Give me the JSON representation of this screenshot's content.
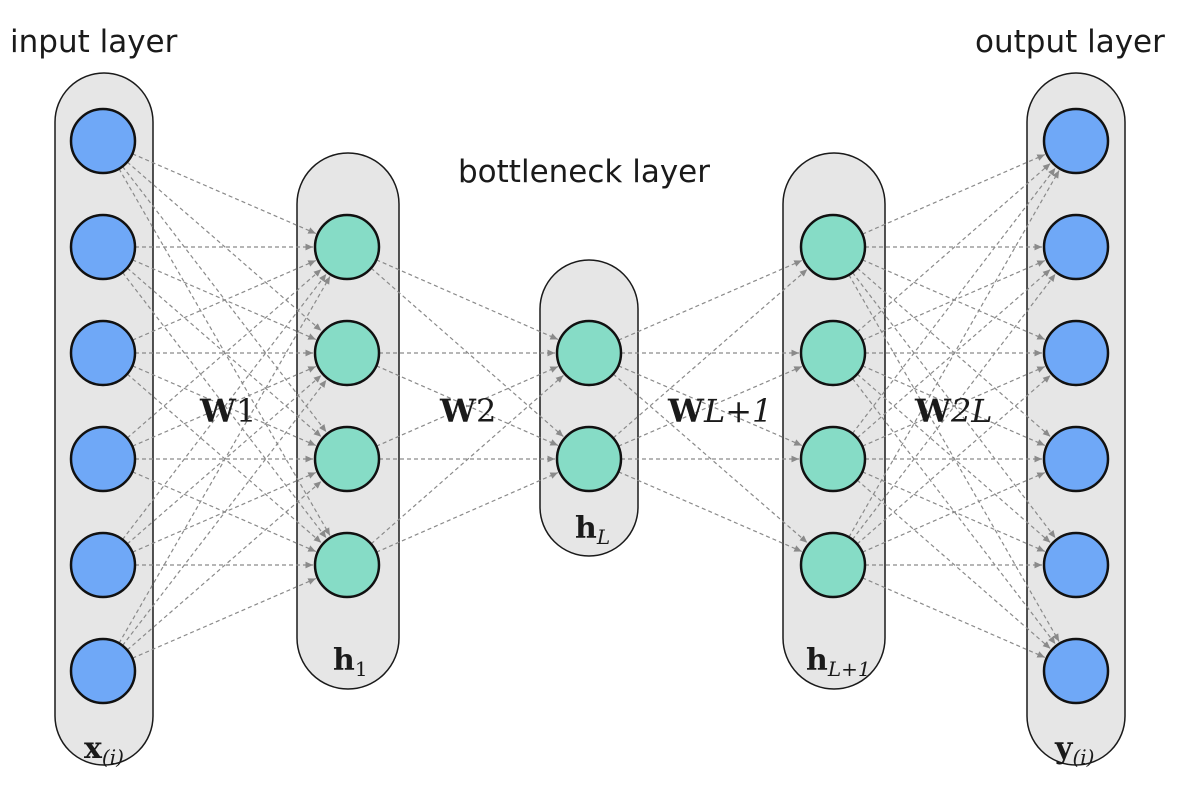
{
  "titles": {
    "input": "input layer",
    "bottleneck": "bottleneck layer",
    "output": "output layer"
  },
  "layers": [
    {
      "id": "input",
      "nodes": 6,
      "label_main": "x",
      "label_sub": "(i)",
      "sub_italic": true
    },
    {
      "id": "h1",
      "nodes": 4,
      "label_main": "h",
      "label_sub": "1",
      "sub_italic": false
    },
    {
      "id": "hL",
      "nodes": 2,
      "label_main": "h",
      "label_sub": "L",
      "sub_italic": true
    },
    {
      "id": "hL1",
      "nodes": 4,
      "label_main": "h",
      "label_sub": "L+1",
      "sub_italic": true
    },
    {
      "id": "output",
      "nodes": 6,
      "label_main": "y",
      "label_sub": "(i)",
      "sub_italic": true
    }
  ],
  "weights": [
    {
      "main": "W",
      "sub": "1"
    },
    {
      "main": "W",
      "sub": "2"
    },
    {
      "main": "W",
      "sub": "L+1"
    },
    {
      "main": "W",
      "sub": "2L"
    }
  ],
  "colors": {
    "input_output_node": "#6fa8f7",
    "hidden_node": "#86dcc6",
    "capsule": "#e6e6e6",
    "edge": "#8a8a8a"
  }
}
